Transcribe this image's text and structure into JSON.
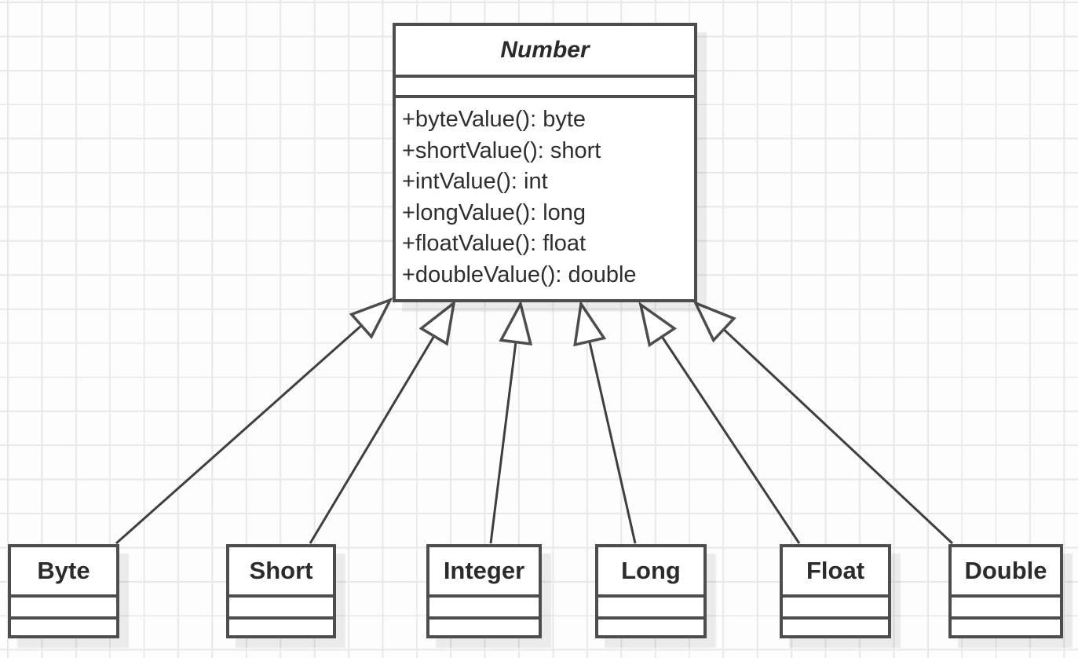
{
  "diagram": {
    "type": "uml-class-diagram",
    "superclass": {
      "name": "Number",
      "stereotype": "abstract (italic title)",
      "attributes": [],
      "methods": [
        "+byteValue(): byte",
        "+shortValue(): short",
        "+intValue(): int",
        "+longValue(): long",
        "+floatValue(): float",
        "+doubleValue(): double"
      ]
    },
    "subclasses": [
      {
        "name": "Byte"
      },
      {
        "name": "Short"
      },
      {
        "name": "Integer"
      },
      {
        "name": "Long"
      },
      {
        "name": "Float"
      },
      {
        "name": "Double"
      }
    ],
    "relationships": [
      {
        "from": "Byte",
        "to": "Number",
        "kind": "generalization"
      },
      {
        "from": "Short",
        "to": "Number",
        "kind": "generalization"
      },
      {
        "from": "Integer",
        "to": "Number",
        "kind": "generalization"
      },
      {
        "from": "Long",
        "to": "Number",
        "kind": "generalization"
      },
      {
        "from": "Float",
        "to": "Number",
        "kind": "generalization"
      },
      {
        "from": "Double",
        "to": "Number",
        "kind": "generalization"
      }
    ],
    "colors": {
      "box_border": "#4d4d4d",
      "box_fill": "#ffffff",
      "arrow_line": "#3f3f3f",
      "text": "#2e2e2e",
      "grid_line": "#e9e9e9",
      "canvas_bg": "#fdfdfd"
    }
  }
}
